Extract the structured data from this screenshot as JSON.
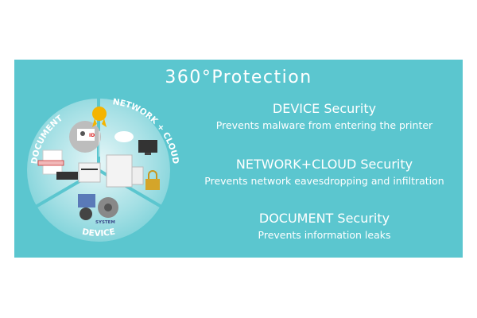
{
  "title": "360°Protection",
  "diagram": {
    "labels": {
      "document": "DOCUMENT",
      "network": "NETWORK + CLOUD",
      "device": "DEVICE",
      "system": "SYSTEM",
      "id": "ID"
    }
  },
  "sections": [
    {
      "heading": "DEVICE Security",
      "desc": "Prevents malware from entering the printer"
    },
    {
      "heading": "NETWORK+CLOUD Security",
      "desc": "Prevents network eavesdropping and infiltration"
    },
    {
      "heading": "DOCUMENT Security",
      "desc": "Prevents information leaks"
    }
  ],
  "colors": {
    "panel": "#5bc6cf",
    "text": "#ffffff"
  }
}
